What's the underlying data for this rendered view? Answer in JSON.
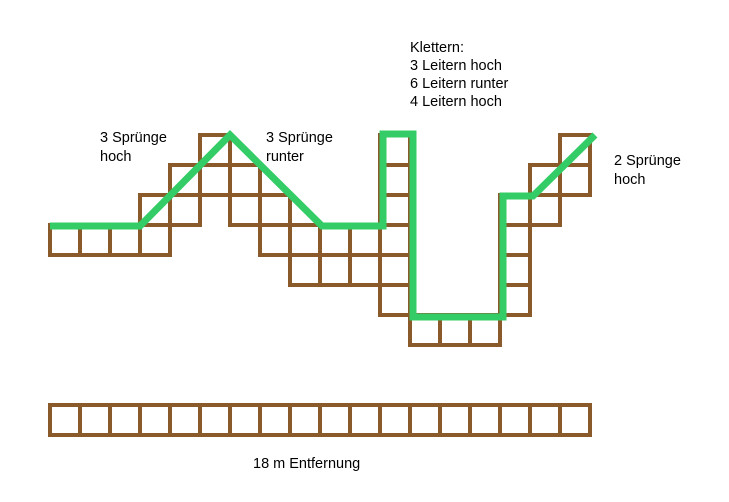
{
  "labels": {
    "jump_up_left": [
      "3 Sprünge",
      "hoch"
    ],
    "jump_down": [
      "3 Sprünge",
      "runter"
    ],
    "climb": [
      "Klettern:",
      "3 Leitern hoch",
      "6 Leitern runter",
      "4 Leitern hoch"
    ],
    "jump_up_right": [
      "2 Sprünge",
      "hoch"
    ],
    "distance": "18 m Entfernung"
  },
  "colors": {
    "grid": "#8B5A2B",
    "path": "#33CC66",
    "text": "#000000"
  }
}
